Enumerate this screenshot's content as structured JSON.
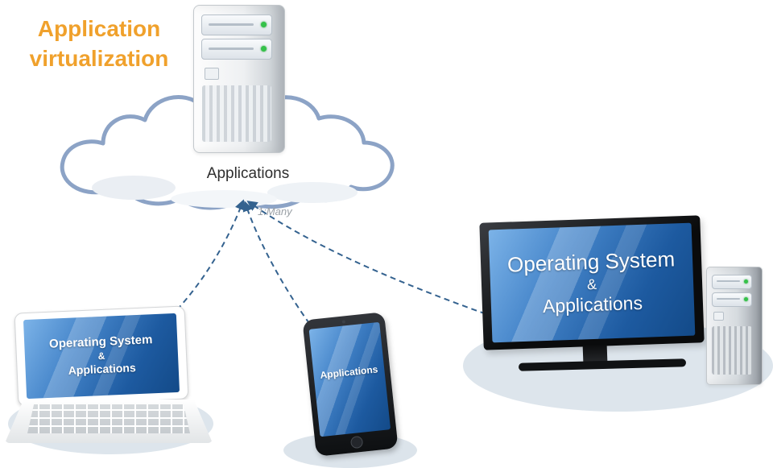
{
  "title": {
    "text": "Application virtualization"
  },
  "cloud": {
    "label": "Applications",
    "relation_label": "1:Many"
  },
  "devices": {
    "laptop": {
      "screen_lines": [
        "Operating System",
        "&",
        "Applications"
      ]
    },
    "tablet": {
      "screen_label": "Applications"
    },
    "monitor": {
      "screen_lines": [
        "Operating System",
        "&",
        "Applications"
      ]
    }
  },
  "colors": {
    "title_orange": "#F0A12C",
    "cloud_outline": "#8CA3C6",
    "screen_blue_light": "#7CB3E8",
    "screen_blue_dark": "#134A88",
    "connector_blue": "#34628F",
    "shadow_gray": "#DDE5EC",
    "led_green": "#35C24A"
  }
}
